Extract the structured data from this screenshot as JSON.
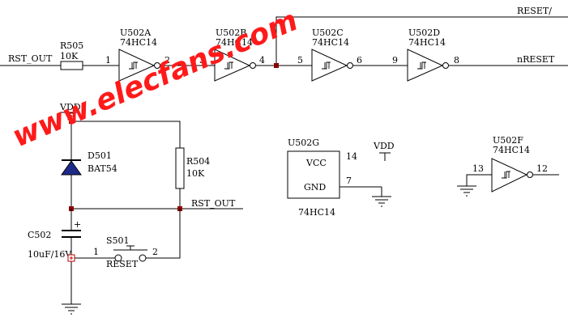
{
  "watermark": "www.elecfans.com",
  "nets": {
    "rst_out_in": "RST_OUT",
    "rst_out_node": "RST_OUT",
    "reset_bar": "RESET/",
    "nreset": "nRESET",
    "vdd_left": "VDD",
    "vdd_right": "VDD"
  },
  "components": {
    "r505": {
      "ref": "R505",
      "value": "10K"
    },
    "r504": {
      "ref": "R504",
      "value": "10K"
    },
    "d501": {
      "ref": "D501",
      "value": "BAT54"
    },
    "c502": {
      "ref": "C502",
      "value": "10uF/16V",
      "plus": "+"
    },
    "s501": {
      "ref": "S501",
      "value": "RESET"
    },
    "u502a": {
      "ref": "U502A",
      "value": "74HC14"
    },
    "u502b": {
      "ref": "U502B",
      "value": "74HC14"
    },
    "u502c": {
      "ref": "U502C",
      "value": "74HC14"
    },
    "u502d": {
      "ref": "U502D",
      "value": "74HC14"
    },
    "u502f": {
      "ref": "U502F",
      "value": "74HC14"
    },
    "u502g": {
      "ref": "U502G",
      "value": "74HC14",
      "vcc": "VCC",
      "gnd": "GND",
      "pin_vcc": "14",
      "pin_gnd": "7"
    }
  },
  "pins": {
    "p1": "1",
    "p2": "2",
    "p3": "3",
    "p4": "4",
    "p5": "5",
    "p6": "6",
    "p8": "8",
    "p9": "9",
    "p12": "12",
    "p13": "13",
    "s1": "1",
    "s2": "2"
  }
}
